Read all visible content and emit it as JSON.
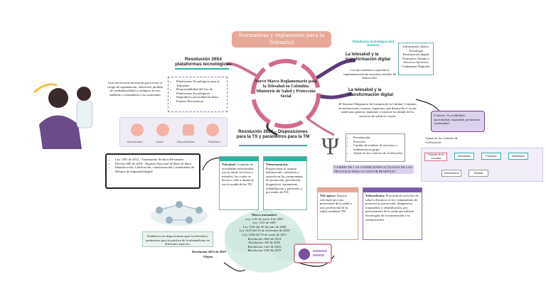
{
  "title": {
    "line1": "Normativas y reglamento  para la",
    "line2": "Telesalud"
  },
  "central": {
    "text": "Nuevo Marco Reglamentario para la Telesalud en Colombia Ministerio de Salud y Protección Social"
  },
  "res2654_plat": {
    "heading": "Resolución 2654 plataformas tecnológicas",
    "intro": "Usar las técnicas necesarias para evitar el riesgo de suplantación, alteración, pérdida de confidencialidad y cualquier acceso indebido o fraudulento o no autorizado",
    "items": [
      "Plataformas Tecnológicas para la Telesalud.",
      "Responsabilidad del Uso de Plataformas Tecnológicas",
      "Seguridad y privacidad en datos.",
      "Fuentes Electrónicas"
    ],
    "icon_labels": [
      "Autenticidad",
      "Datos",
      "Disponibilidad",
      "Fiabilidad"
    ]
  },
  "laws_list": {
    "items": [
      "Ley 1581 de 2012 - Tratamiento de datos Personales",
      "Decreto 090 de 2018 - Registro Nacional de Base de datos",
      "Identificación, Calificación, caracterización y tratamiento de Riesgos de Seguridad digital"
    ]
  },
  "top_right": {
    "platform_heading": "Plataforma Estratégica Del Sistema",
    "platform_items": "Información clínica Tecnología Participación digital Normativa Talento y Servicios Servicios Ciudadanos Digitales",
    "heading1": "La telesalud y la transformación digital",
    "heading1_text": "Los ejes temáticos soportan la implementación de un nuevo modelo de interacción.",
    "heading2": "La telesalud y la transformación digital",
    "sogc_text": "El Sistema Obligatorio de Garantía de la Calidad, Conjunto de instituciones, normas, requisitos, que desarrolla el sector salud para generar, mantener y mejorar la calidad de los servicios de salud en el país",
    "criteria": "Criterios: Accesibilidad, oportunidad, seguridad, pertinencia, continuidad"
  },
  "psi_list": {
    "items": [
      "Presentación",
      "Servicios",
      "Cambio de nombre de servicios y realización en grupo",
      "Ajuste en los criterios de verificación"
    ],
    "caption": "CAMBIO DE LAS CONDICIONES ACTUALES DE LOS PROCESOS PARA UN MAYOR BENEFICIO",
    "side_text": "Ajuste en los criterios de verificación"
  },
  "res2654_disp": {
    "heading": "Resolución 2654 – Disposiciones para la TS y parámetros para la TM",
    "telesalud": {
      "term": "Telesalud:",
      "text": "Conjunto de actividades relacionadas con la salud, servicios y métodos, los cuales se llevan a cabo a distancia con la ayuda de las TIC"
    },
    "teleorientacion": {
      "term": "Teleorientación:",
      "text": "Proporcionar al usuario información, consejería y asesoría en los componentes de promoción, prevención, diagnóstico, tratamiento, rehabilitación y paliación, y por medio de TIC"
    },
    "teleapoyo": {
      "term": "Tele apoyo:",
      "text": "Soporte solicitado por una profesional de la salud a otro profesional de la salud, mediante TIC"
    },
    "telemedicina": {
      "term": "Telemedicina:",
      "text": "Provisión de servicios de salud a distancia en los componentes de promoción, prevención, diagnóstico, tratamiento y rehabilitación, por profesionales de la salud que utilizan tecnologías de la información y la comunicación"
    }
  },
  "marco": {
    "heading": "Marco normativo:",
    "items": [
      "Ley 1122 de enero 9 de 2007",
      "Ley 1151 de 2007",
      "Ley 1341 del 30 de julio de 2009",
      "Ley 1419 del 13 de diciembre de 2010",
      "Ley 1438 del 19 de enero de 2011",
      "Resolución 2003 de 2014",
      "Resolución 429 de 2016",
      "Resolución 1441 de 2016",
      "Resolución 3100 de 2019"
    ]
  },
  "objeto": {
    "text": "Establecer las disposiciones para la telesalud y parámetros para la práctica de la telemedicina en diferentes aspectos.",
    "label1": "Resolución 2654 de 2019",
    "label2": "Objeto"
  },
  "flow": {
    "nodes": [
      "Reporte de la novedad",
      "Novedades",
      "Prestador",
      "Habilitación",
      "Telemedicina",
      "Entidad"
    ]
  },
  "colors": {
    "accent_salmon": "#e6a796",
    "teal": "#2ab3a6",
    "lavender": "#cfc5e6",
    "purple": "#7a3b86",
    "pink_ring": "#d46a8a"
  }
}
